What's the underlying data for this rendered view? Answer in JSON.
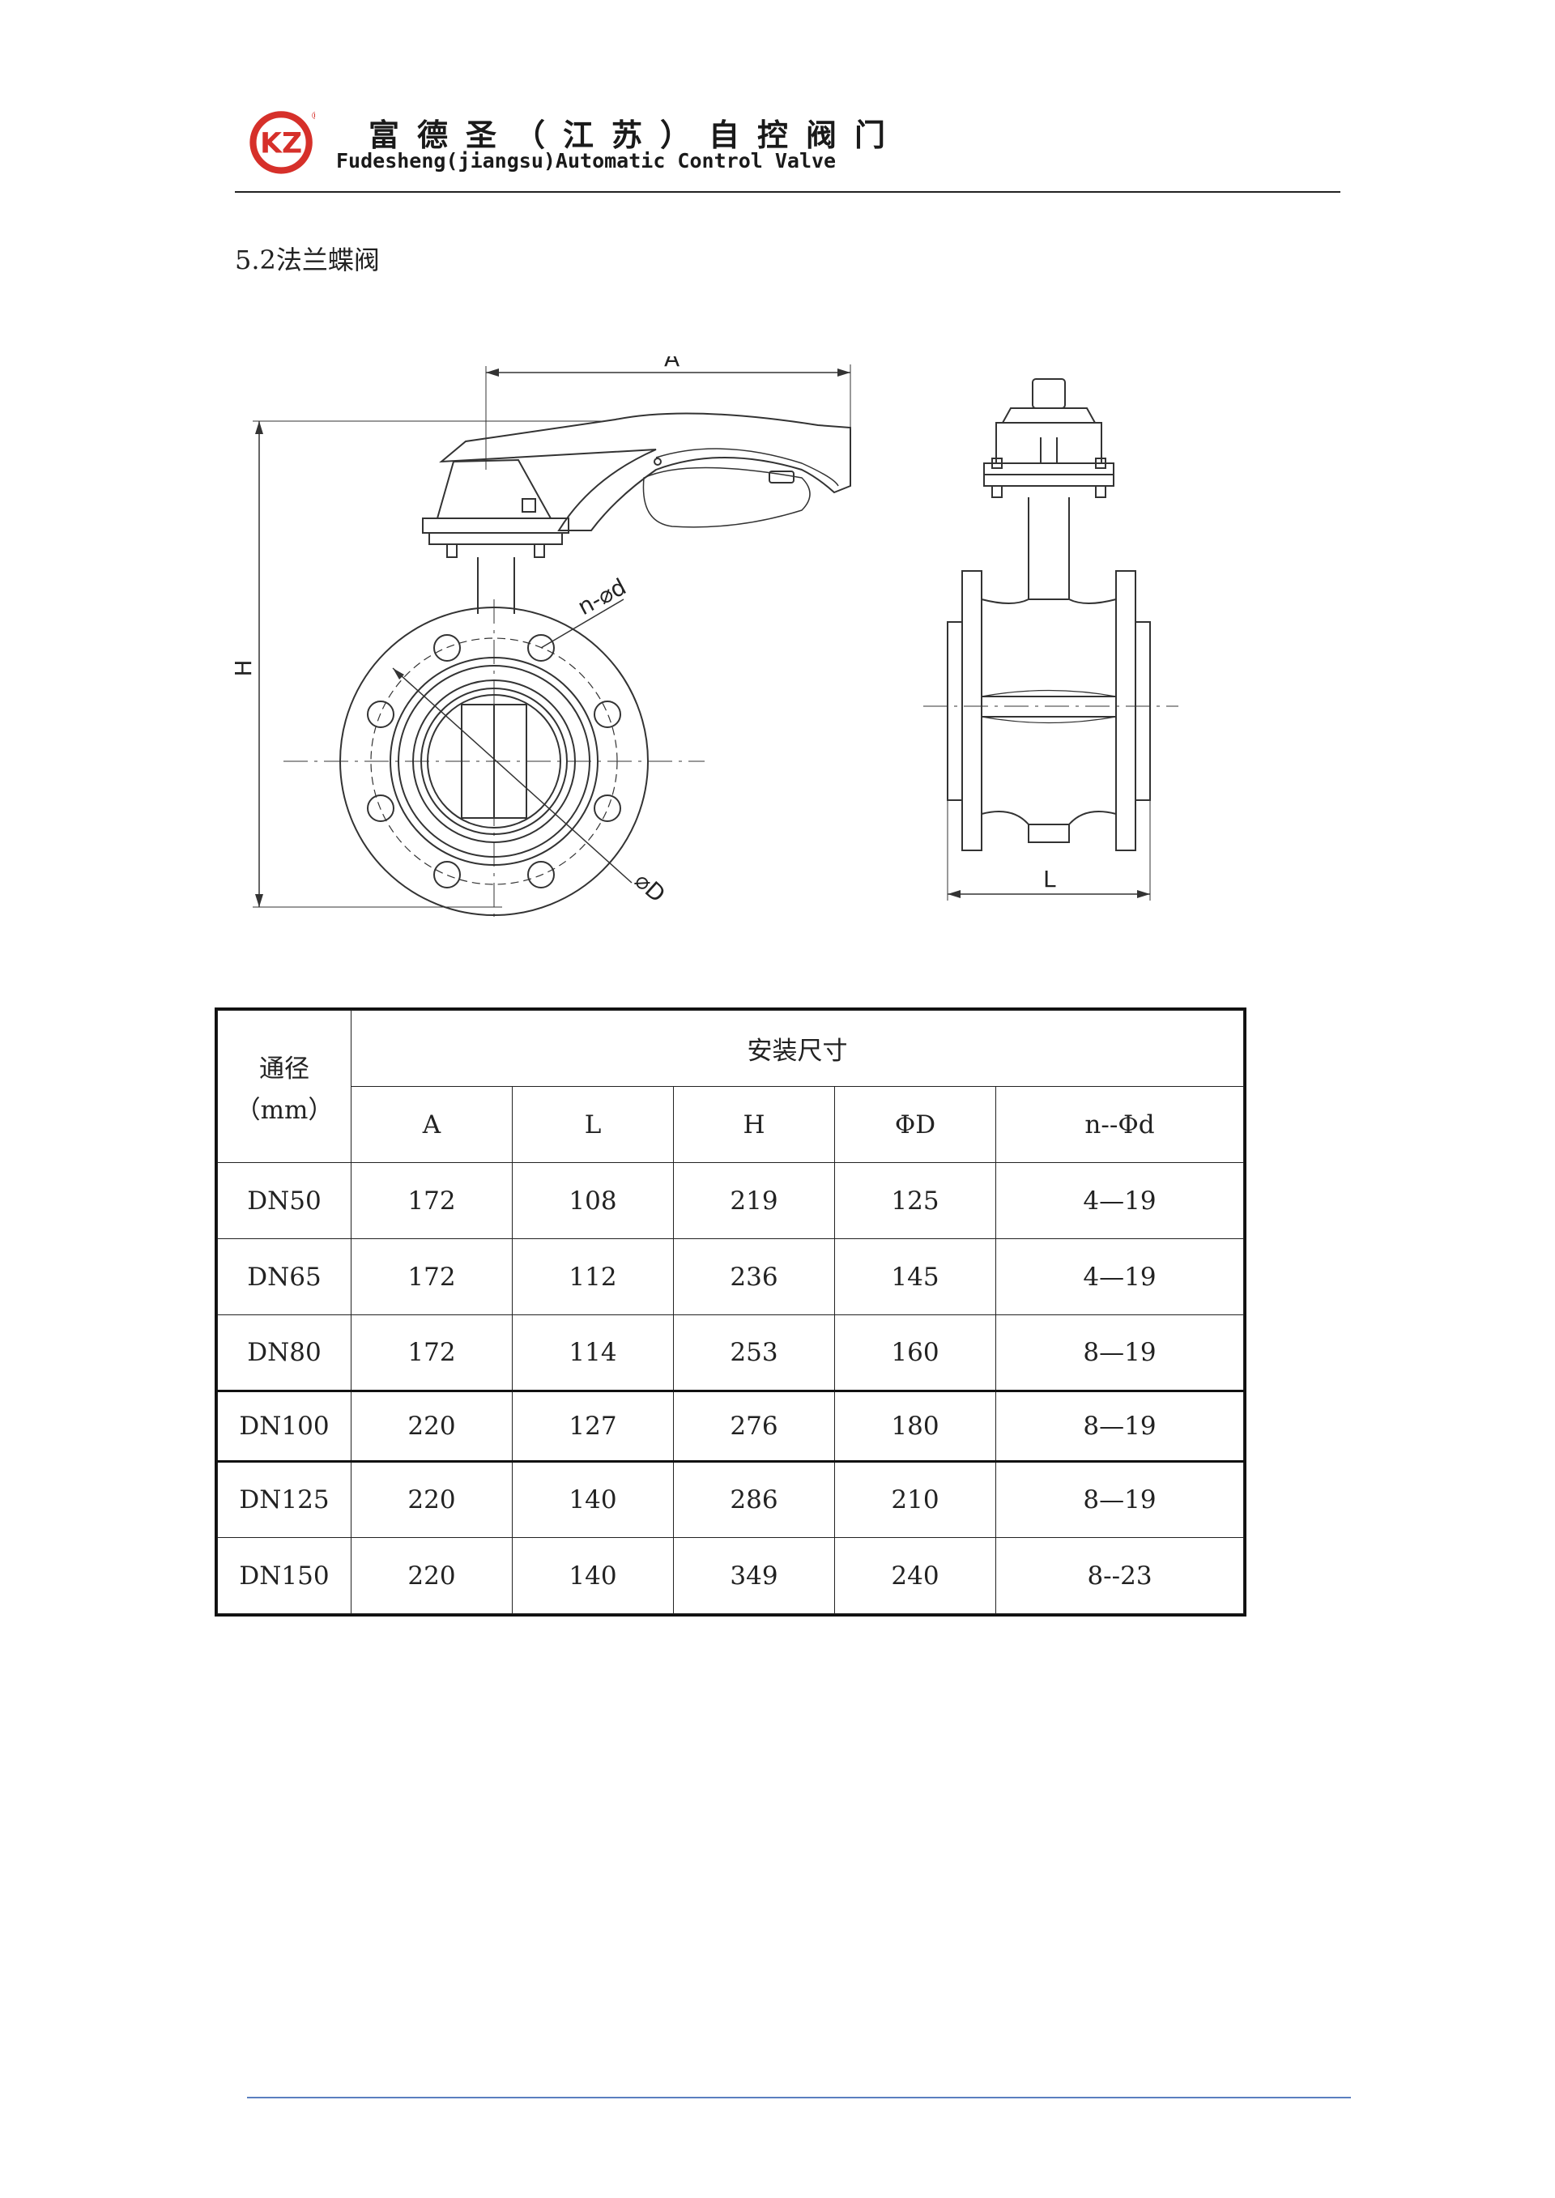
{
  "header": {
    "logo_text": "KZ",
    "registered_mark": "®",
    "company_cn": "富德圣（江苏）自控阀门",
    "company_en": "Fudesheng(jiangsu)Automatic Control Valve"
  },
  "section": {
    "title": "5.2法兰蝶阀"
  },
  "drawing": {
    "label_a": "A",
    "label_h": "H",
    "label_nd": "n-⌀d",
    "label_d": "⌀D",
    "label_l": "L"
  },
  "table": {
    "col_bore_line1": "通径",
    "col_bore_line2": "（mm）",
    "group_header": "安装尺寸",
    "columns": [
      "A",
      "L",
      "H",
      "ΦD",
      "n--Φd"
    ],
    "rows": [
      [
        "DN50",
        "172",
        "108",
        "219",
        "125",
        "4—19"
      ],
      [
        "DN65",
        "172",
        "112",
        "236",
        "145",
        "4—19"
      ],
      [
        "DN80",
        "172",
        "114",
        "253",
        "160",
        "8—19"
      ],
      [
        "DN100",
        "220",
        "127",
        "276",
        "180",
        "8—19"
      ],
      [
        "DN125",
        "220",
        "140",
        "286",
        "210",
        "8—19"
      ],
      [
        "DN150",
        "220",
        "140",
        "349",
        "240",
        "8--23"
      ]
    ]
  },
  "colors": {
    "logo_red": "#d6302a",
    "footer_rule": "#5b7fbf"
  }
}
